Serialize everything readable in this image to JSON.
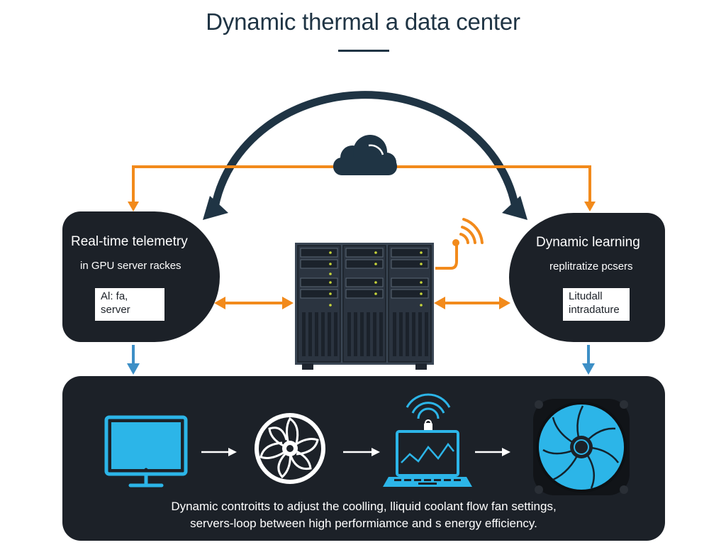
{
  "title": "Dynamic thermal a data center",
  "left_panel": {
    "title": "Real-time telemetry",
    "subtitle": "in GPU server rackes",
    "box_line1": "Al: fa,",
    "box_line2": "server"
  },
  "right_panel": {
    "title": "Dynamic learning",
    "subtitle": "replitratize pcsers",
    "box_line1": "Litudall",
    "box_line2": "intradature"
  },
  "bottom_panel": {
    "caption_line1": "Dynamic controitts to adjust the coolling, lliquid coolant flow fan settings,",
    "caption_line2": "servers-loop between high performiamce and s energy efficiency."
  },
  "icons": {
    "cloud": "cloud-icon",
    "server": "server-rack-icon",
    "wifi": "wifi-signal-icon",
    "monitor": "monitor-icon",
    "fan_outline": "fan-outline-icon",
    "laptop": "laptop-wave-icon",
    "fan_blue": "cooling-fan-icon"
  },
  "colors": {
    "dark_navy": "#1f3444",
    "panel_dark": "#1c2128",
    "orange": "#f28a1b",
    "blue": "#3d8fc6",
    "cyan": "#2cb5e8"
  }
}
